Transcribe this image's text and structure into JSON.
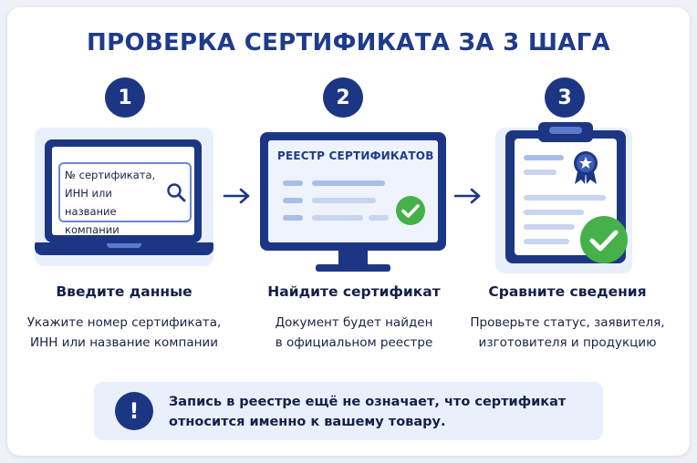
{
  "title": "ПРОВЕРКА СЕРТИФИКАТА ЗА 3 ШАГА",
  "steps": [
    {
      "number": "1",
      "heading": "Введите данные",
      "desc_line1": "Укажите номер сертификата,",
      "desc_line2": "ИНН или название компании",
      "search_line1": "№ сертификата,",
      "search_line2": "ИНН или название",
      "search_line3": "компании"
    },
    {
      "number": "2",
      "heading": "Найдите сертификат",
      "desc_line1": "Документ будет найден",
      "desc_line2": "в официальном реестре",
      "screen_title": "РЕЕСТР СЕРТИФИКАТОВ"
    },
    {
      "number": "3",
      "heading": "Сравните сведения",
      "desc_line1": "Проверьте статус, заявителя,",
      "desc_line2": "изготовителя и продукцию"
    }
  ],
  "notice": {
    "icon": "exclamation-icon",
    "line1": "Запись в реестре ещё не означает, что сертификат",
    "line2": "относится именно к вашему товару."
  },
  "icons": {
    "arrows": "arrow-right-icon",
    "search": "magnifier-icon",
    "check": "check-icon",
    "badge": "rosette-star-icon"
  },
  "colors": {
    "primary": "#1d3684",
    "title": "#1f3b8c",
    "accent_light": "#eaf0fb",
    "check_green": "#46b14a"
  }
}
